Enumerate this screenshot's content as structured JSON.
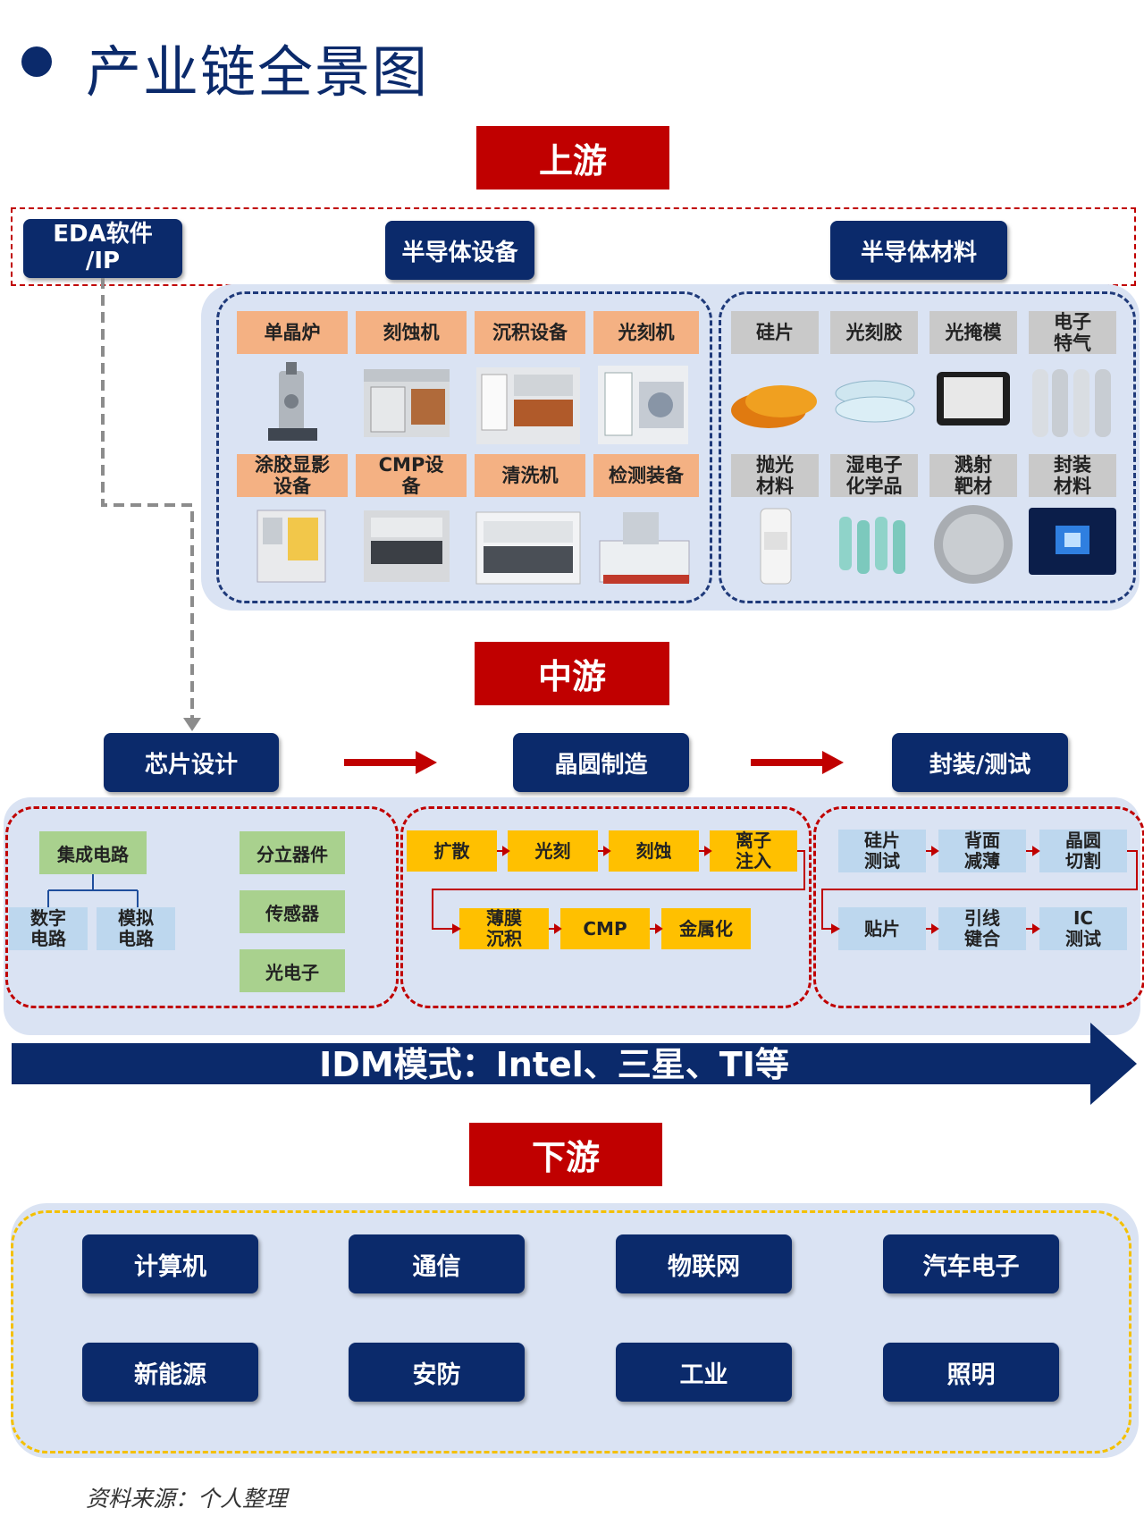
{
  "page": {
    "title": "产业链全景图",
    "source": "资料来源：个人整理"
  },
  "upstream": {
    "label": "上游",
    "eda": "EDA软件\n/IP",
    "equipment": {
      "label": "半导体设备",
      "items": [
        "单晶炉",
        "刻蚀机",
        "沉积设备",
        "光刻机",
        "涂胶显影\n设备",
        "CMP设\n备",
        "清洗机",
        "检测装备"
      ]
    },
    "materials": {
      "label": "半导体材料",
      "items": [
        "硅片",
        "光刻胶",
        "光掩模",
        "电子\n特气",
        "抛光\n材料",
        "湿电子\n化学品",
        "溅射\n靶材",
        "封装\n材料"
      ]
    }
  },
  "midstream": {
    "label": "中游",
    "design": {
      "label": "芯片设计",
      "ic": "集成电路",
      "digital": "数字\n电路",
      "analog": "模拟\n电路",
      "discrete": "分立器件",
      "sensor": "传感器",
      "opto": "光电子"
    },
    "manufacturing": {
      "label": "晶圆制造",
      "steps": [
        "扩散",
        "光刻",
        "刻蚀",
        "离子\n注入",
        "薄膜\n沉积",
        "CMP",
        "金属化"
      ]
    },
    "packaging": {
      "label": "封装/测试",
      "steps": [
        "硅片\n测试",
        "背面\n减薄",
        "晶圆\n切割",
        "贴片",
        "引线\n键合",
        "IC\n测试"
      ]
    },
    "idm": "IDM模式：Intel、三星、TI等"
  },
  "downstream": {
    "label": "下游",
    "items": [
      "计算机",
      "通信",
      "物联网",
      "汽车电子",
      "新能源",
      "安防",
      "工业",
      "照明"
    ]
  },
  "colors": {
    "navy": "#0b2a6b",
    "red": "#c00000",
    "panel": "#dae3f3",
    "orange": "#f4b183",
    "yellow": "#ffc000",
    "green": "#a9d18e",
    "light_blue": "#bdd7ee",
    "grey": "#c9c9c9",
    "dashed_yellow": "#f4c000"
  }
}
